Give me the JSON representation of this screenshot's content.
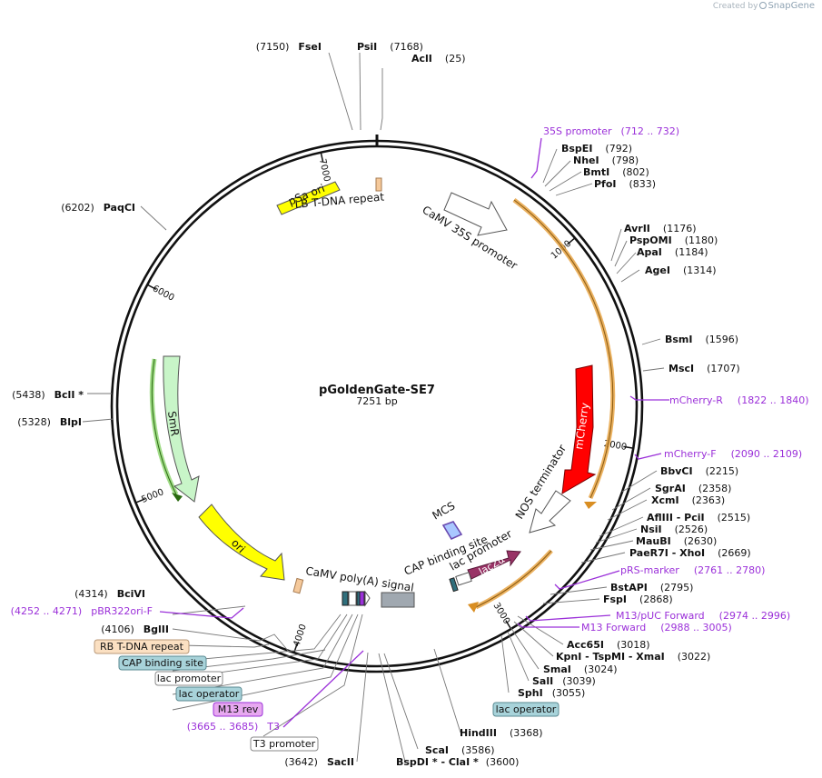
{
  "branding": {
    "created_by": "Created by",
    "product": "SnapGene"
  },
  "plasmid": {
    "name": "pGoldenGate-SE7",
    "length_label": "7251 bp",
    "length": 7251
  },
  "scale_ticks": [
    {
      "pos": 1000,
      "label": "1000"
    },
    {
      "pos": 2000,
      "label": "2000"
    },
    {
      "pos": 3000,
      "label": "3000"
    },
    {
      "pos": 4000,
      "label": "4000"
    },
    {
      "pos": 5000,
      "label": "5000"
    },
    {
      "pos": 6000,
      "label": "6000"
    },
    {
      "pos": 7000,
      "label": "7000"
    }
  ],
  "enzymes": [
    {
      "name": "FseI",
      "pos": "(7150)",
      "side": "L"
    },
    {
      "name": "PsiI",
      "pos": "(7168)",
      "side": "R"
    },
    {
      "name": "AclI",
      "pos": "(25)",
      "side": "R"
    },
    {
      "name": "BspEI",
      "pos": "(792)",
      "side": "R"
    },
    {
      "name": "NheI",
      "pos": "(798)",
      "side": "R"
    },
    {
      "name": "BmtI",
      "pos": "(802)",
      "side": "R"
    },
    {
      "name": "PfoI",
      "pos": "(833)",
      "side": "R"
    },
    {
      "name": "AvrII",
      "pos": "(1176)",
      "side": "R"
    },
    {
      "name": "PspOMI",
      "pos": "(1180)",
      "side": "R"
    },
    {
      "name": "ApaI",
      "pos": "(1184)",
      "side": "R"
    },
    {
      "name": "AgeI",
      "pos": "(1314)",
      "side": "R"
    },
    {
      "name": "BsmI",
      "pos": "(1596)",
      "side": "R"
    },
    {
      "name": "MscI",
      "pos": "(1707)",
      "side": "R"
    },
    {
      "name": "BbvCI",
      "pos": "(2215)",
      "side": "R"
    },
    {
      "name": "SgrAI",
      "pos": "(2358)",
      "side": "R"
    },
    {
      "name": "XcmI",
      "pos": "(2363)",
      "side": "R"
    },
    {
      "name": "AflIII - PciI",
      "pos": "(2515)",
      "side": "R"
    },
    {
      "name": "NsiI",
      "pos": "(2526)",
      "side": "R"
    },
    {
      "name": "MauBI",
      "pos": "(2630)",
      "side": "R"
    },
    {
      "name": "PaeR7I - XhoI",
      "pos": "(2669)",
      "side": "R"
    },
    {
      "name": "BstAPI",
      "pos": "(2795)",
      "side": "R"
    },
    {
      "name": "FspI",
      "pos": "(2868)",
      "side": "R"
    },
    {
      "name": "Acc65I",
      "pos": "(3018)",
      "side": "R"
    },
    {
      "name": "KpnI - TspMI - XmaI",
      "pos": "(3022)",
      "side": "R"
    },
    {
      "name": "SmaI",
      "pos": "(3024)",
      "side": "R"
    },
    {
      "name": "SalI",
      "pos": "(3039)",
      "side": "R"
    },
    {
      "name": "SphI",
      "pos": "(3055)",
      "side": "R"
    },
    {
      "name": "HindIII",
      "pos": "(3368)",
      "side": "R"
    },
    {
      "name": "ScaI",
      "pos": "(3586)",
      "side": "R"
    },
    {
      "name": "BspDI * - ClaI *",
      "pos": "(3600)",
      "side": "R"
    },
    {
      "name": "SacII",
      "pos": "(3642)",
      "side": "L"
    },
    {
      "name": "BglII",
      "pos": "(4106)",
      "side": "L"
    },
    {
      "name": "BciVI",
      "pos": "(4314)",
      "side": "L"
    },
    {
      "name": "BlpI",
      "pos": "(5328)",
      "side": "L"
    },
    {
      "name": "BclI *",
      "pos": "(5438)",
      "side": "L"
    },
    {
      "name": "PaqCI",
      "pos": "(6202)",
      "side": "L"
    }
  ],
  "primers": [
    {
      "name": "35S promoter",
      "range": "(712 .. 732)",
      "side": "R"
    },
    {
      "name": "mCherry-R",
      "range": "(1822 .. 1840)",
      "side": "R"
    },
    {
      "name": "mCherry-F",
      "range": "(2090 .. 2109)",
      "side": "R"
    },
    {
      "name": "pRS-marker",
      "range": "(2761 .. 2780)",
      "side": "R"
    },
    {
      "name": "M13/pUC Forward",
      "range": "(2974 .. 2996)",
      "side": "R"
    },
    {
      "name": "M13 Forward",
      "range": "(2988 .. 3005)",
      "side": "R"
    },
    {
      "name": "T3",
      "range": "(3665 .. 3685)",
      "side": "L"
    },
    {
      "name": "pBR322ori-F",
      "range": "(4252 .. 4271)",
      "side": "L"
    }
  ],
  "features": [
    {
      "name": "pSa ori",
      "color": "#ffff00"
    },
    {
      "name": "LB T-DNA repeat",
      "color": "#f5c99b"
    },
    {
      "name": "CaMV 35S promoter",
      "color": "#ffffff"
    },
    {
      "name": "mCherry",
      "color": "#ff0000"
    },
    {
      "name": "NOS terminator",
      "color": "#ffffff"
    },
    {
      "name": "MCS",
      "color": "#a9c7ff"
    },
    {
      "name": "lacZα",
      "color": "#993366"
    },
    {
      "name": "lac promoter",
      "color": "#ffffff"
    },
    {
      "name": "CAP binding site",
      "color": "#6aa1ad"
    },
    {
      "name": "CaMV poly(A) signal",
      "color": "#a0a8b0"
    },
    {
      "name": "ori",
      "color": "#ffff00"
    },
    {
      "name": "SmR",
      "color": "#c8f5c8"
    }
  ],
  "boxed_labels": [
    {
      "name": "RB T-DNA repeat",
      "color": "#fbe0c2"
    },
    {
      "name": "CAP binding site",
      "color": "#a8d3da"
    },
    {
      "name": "lac promoter",
      "color": "#ffffff"
    },
    {
      "name": "lac operator",
      "color": "#a8d3da"
    },
    {
      "name": "M13 rev",
      "color": "#e7a8f0"
    },
    {
      "name": "T3 promoter",
      "color": "#ffffff"
    },
    {
      "name": "lac operator",
      "color": "#a8d3da"
    }
  ],
  "colors": {
    "primer": "#9b30d9",
    "feature_outline": "#333333",
    "orange_arc": "#e8a545"
  }
}
